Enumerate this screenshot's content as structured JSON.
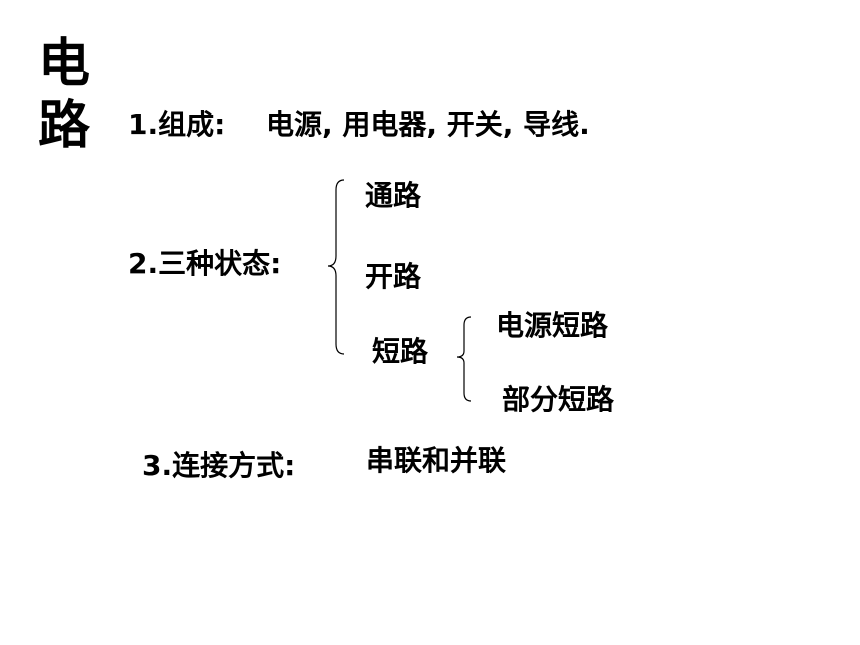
{
  "title": [
    "电",
    "路"
  ],
  "items": {
    "composition": {
      "number": "1.",
      "label": "组成:",
      "content": "电源, 用电器,  开关,  导线."
    },
    "states": {
      "number": "2.",
      "label": "三种状态:",
      "options": [
        "通路",
        "开路",
        "短路"
      ],
      "short_circuit_types": [
        "电源短路",
        "部分短路"
      ]
    },
    "connection": {
      "number": "3",
      "label": ".连接方式:",
      "content": "串联和并联"
    }
  }
}
